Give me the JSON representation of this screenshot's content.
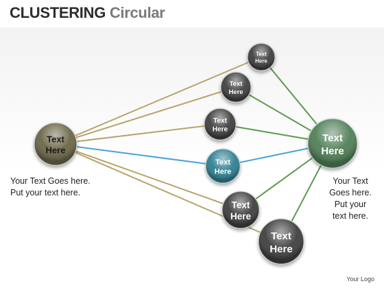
{
  "title": {
    "bold": "CLUSTERING",
    "light": "Circular"
  },
  "left_hub": {
    "line1": "Text",
    "line2": "Here",
    "color": "#6b6547"
  },
  "right_hub": {
    "line1": "Text",
    "line2": "Here",
    "color": "#4f7f57"
  },
  "middle_nodes": [
    {
      "line1": "Text",
      "line2": "Here",
      "color": "#3f3f3f"
    },
    {
      "line1": "Text",
      "line2": "Here",
      "color": "#3f3f3f"
    },
    {
      "line1": "Text",
      "line2": "Here",
      "color": "#3f3f3f"
    },
    {
      "line1": "Text",
      "line2": "Here",
      "color": "#2f7f92"
    },
    {
      "line1": "Text",
      "line2": "Here",
      "color": "#3f3f3f"
    },
    {
      "line1": "Text",
      "line2": "Here",
      "color": "#3f3f3f"
    }
  ],
  "connector_colors": {
    "left": "#b8a36a",
    "right": "#5a9a4a",
    "highlight": "#4aa3d8"
  },
  "left_caption": "Your Text Goes here.\nPut your text here.",
  "right_caption": "Your Text\nGoes here.\nPut your\ntext here.",
  "logo": "Your Logo"
}
